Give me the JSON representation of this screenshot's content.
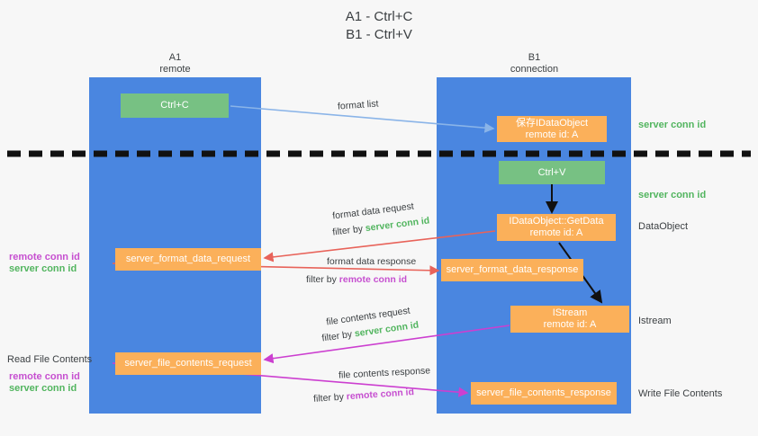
{
  "title": "A1 - Ctrl+C\nB1 - Ctrl+V",
  "lanes": [
    {
      "name": "A1",
      "sub": "remote",
      "header": "A1\nremote"
    },
    {
      "name": "B1",
      "sub": "connection",
      "header": "B1\nconnection"
    }
  ],
  "colors": {
    "lane": "#4a86e0",
    "green_box": "#77c183",
    "orange_box": "#fbb05a",
    "green_text": "#52b55f",
    "purple_text": "#c64fd0",
    "arrow_blue": "#8ab4e8",
    "arrow_red": "#e8635a",
    "arrow_magenta": "#cc3fd0",
    "arrow_black": "#111111",
    "background": "#f7f7f7"
  },
  "boxes": {
    "ctrl_c": "Ctrl+C",
    "ctrl_v": "Ctrl+V",
    "idataobject_save": "保存IDataObject\nremote id: A",
    "idataobject_getdata": "IDataObject::GetData\nremote id: A",
    "istream": "IStream\nremote id: A",
    "server_format_data_request": "server_format_data_request",
    "server_format_data_response": "server_format_data_response",
    "server_file_contents_request": "server_file_contents_request",
    "server_file_contents_response": "server_file_contents_response"
  },
  "side_labels": {
    "server_conn_id_top": "server conn id",
    "server_conn_id_mid": "server conn id",
    "dataobject": "DataObject",
    "istream": "Istream",
    "write_file_contents": "Write File Contents",
    "read_file_contents": "Read File Contents",
    "remote_conn_id_a": "remote conn id",
    "server_conn_id_a": "server conn id",
    "remote_conn_id_b": "remote conn id",
    "server_conn_id_b": "server conn id"
  },
  "edge_labels": {
    "format_list": "format list",
    "format_data_request": "format data request",
    "format_data_request_filter_prefix": "filter by ",
    "format_data_request_filter_value": "server conn id",
    "format_data_response": "format data response",
    "format_data_response_filter_prefix": "filter by ",
    "format_data_response_filter_value": "remote conn id",
    "file_contents_request": "file contents request",
    "file_contents_request_filter_prefix": "filter by ",
    "file_contents_request_filter_value": "server conn id",
    "file_contents_response": "file contents response",
    "file_contents_response_filter_prefix": "filter by ",
    "file_contents_response_filter_value": "remote conn id"
  }
}
